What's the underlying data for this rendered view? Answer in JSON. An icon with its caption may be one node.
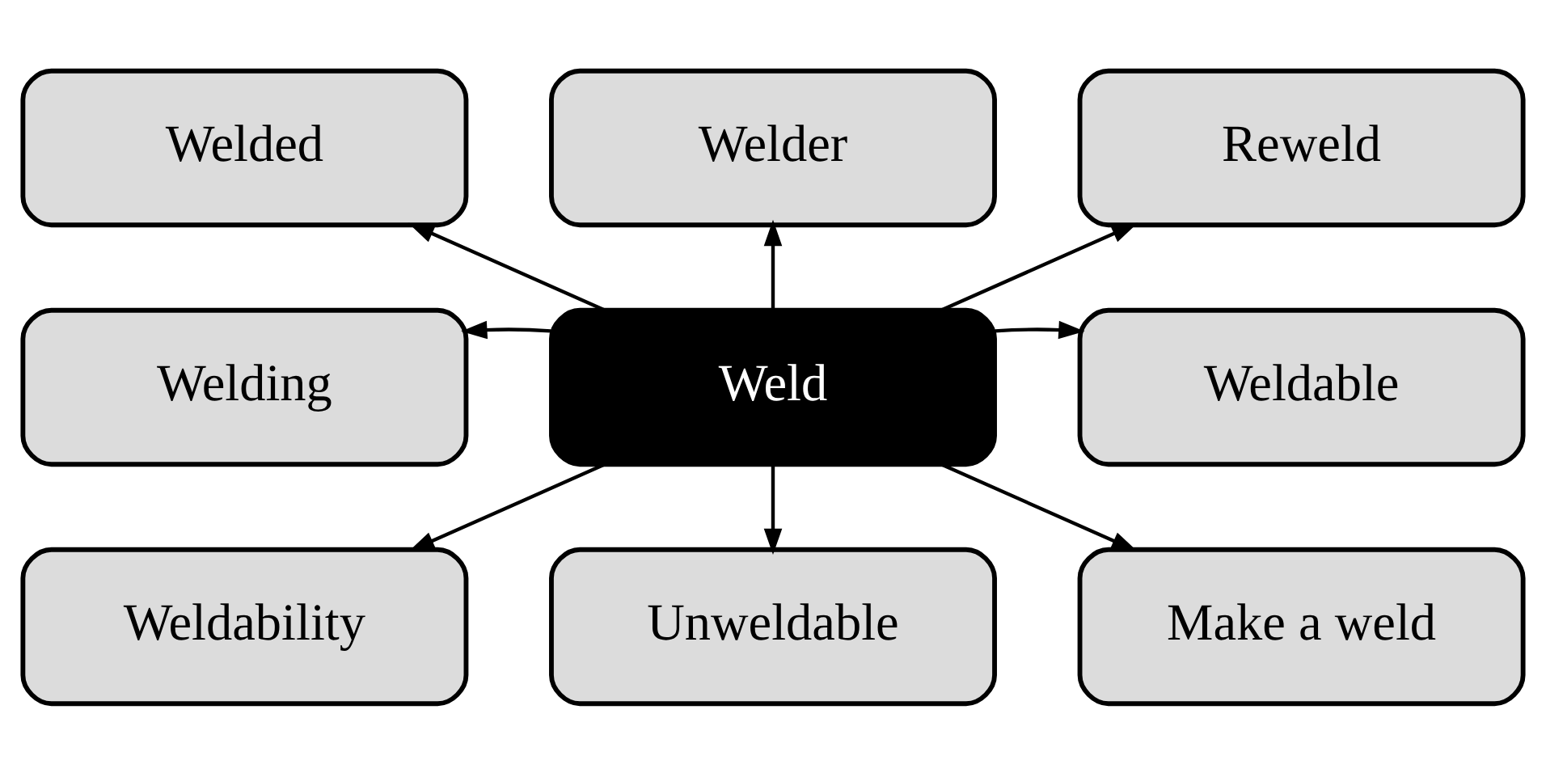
{
  "diagram": {
    "nodes": [
      {
        "text": [
          "Welded"
        ]
      },
      {
        "text": [
          "Welder"
        ]
      },
      {
        "text": [
          "Reweld"
        ]
      },
      {
        "text": [
          "Welding"
        ]
      },
      {
        "text": [
          "Weld"
        ]
      },
      {
        "text": [
          "Weldable"
        ]
      },
      {
        "text": [
          "Weldability"
        ]
      },
      {
        "text": [
          "Unweldable"
        ]
      },
      {
        "text": [
          "Make a weld"
        ]
      }
    ],
    "edges": [
      {
        "from": 4,
        "to": 0,
        "arrow": "to"
      },
      {
        "from": 4,
        "to": 1,
        "arrow": "to"
      },
      {
        "from": 4,
        "to": 2,
        "arrow": "to"
      },
      {
        "from": 4,
        "to": 3,
        "arrow": "to"
      },
      {
        "from": 4,
        "to": 5,
        "arrow": "to"
      },
      {
        "from": 4,
        "to": 6,
        "arrow": "to"
      },
      {
        "from": 4,
        "to": 7,
        "arrow": "to"
      },
      {
        "from": 4,
        "to": 8,
        "arrow": "to"
      }
    ]
  }
}
